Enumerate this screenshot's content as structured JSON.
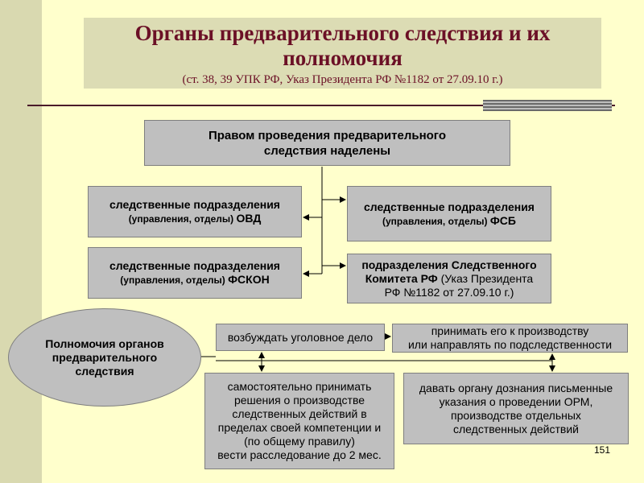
{
  "title": {
    "main": "Органы предварительного следствия и их полномочия",
    "sub": "(ст. 38, 39 УПК РФ, Указ Президента РФ №1182 от 27.09.10 г.)"
  },
  "top_box": {
    "line1": "Правом проведения предварительного",
    "line2": "следствия наделены"
  },
  "ovd": {
    "line1": "следственные подразделения",
    "line2a": "(управления, отделы) ",
    "line2b": "ОВД"
  },
  "fsb": {
    "line1": "следственные подразделения",
    "line2a": "(управления, отделы) ",
    "line2b": "ФСБ"
  },
  "fskon": {
    "line1": "следственные подразделения",
    "line2a": "(управления, отделы) ",
    "line2b": "ФСКОН"
  },
  "sk": {
    "line1": "подразделения Следственного",
    "line2a": "Комитета РФ",
    "line2b": " (Указ Президента",
    "line3": "РФ №1182  от 27.09.10 г.)"
  },
  "oval": {
    "line1": "Полномочия органов",
    "line2": "предварительного",
    "line3": "следствия"
  },
  "powers": {
    "p1": "возбуждать уголовное дело",
    "p2_line1": "принимать его к производству",
    "p2_line2": "или  направлять по подследственности",
    "p3_lines": [
      "самостоятельно принимать",
      "решения о производстве",
      "следственных действий в",
      "пределах своей компетенции и",
      "(по общему правилу)",
      "вести расследование до 2 мес."
    ],
    "p4_lines": [
      "давать органу дознания письменные",
      "указания о проведении ОРМ,",
      "производстве отдельных",
      "следственных  действий"
    ]
  },
  "page_number": "151",
  "colors": {
    "title": "#6b1026",
    "box_fill": "#bfbfbf",
    "background": "#ffffcc"
  }
}
